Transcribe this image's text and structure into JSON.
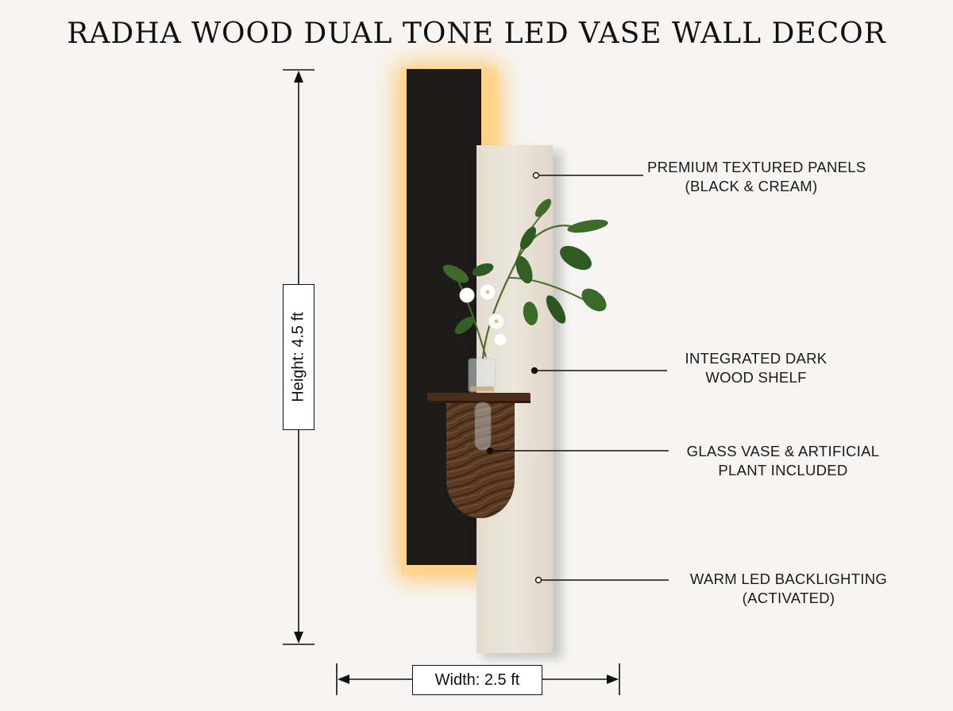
{
  "title": "RADHA WOOD DUAL TONE LED VASE WALL DECOR",
  "callouts": [
    {
      "line1": "PREMIUM TEXTURED PANELS",
      "line2": "(BLACK & CREAM)"
    },
    {
      "line1": "INTEGRATED DARK",
      "line2": "WOOD SHELF"
    },
    {
      "line1": "GLASS VASE & ARTIFICIAL",
      "line2": "PLANT INCLUDED"
    },
    {
      "line1": "WARM LED BACKLIGHTING",
      "line2": "(ACTIVATED)"
    }
  ],
  "dimensions": {
    "height": "Height: 4.5 ft",
    "width": "Width: 2.5 ft"
  },
  "colors": {
    "background": "#f6f5f3",
    "black_panel": "#1c1b19",
    "cream_panel": "#e9e2d6",
    "wood": "#5a3a22",
    "led_glow": "#ffc15a"
  }
}
